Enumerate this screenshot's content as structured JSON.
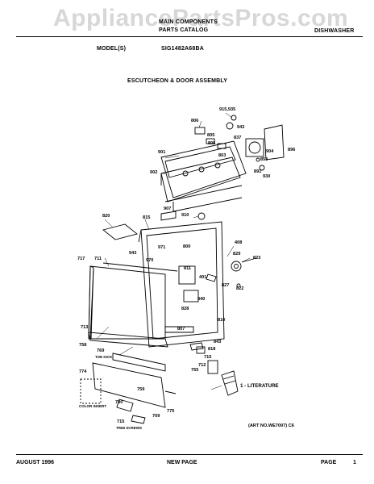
{
  "watermark": "AppliancePartsPros.com",
  "header": {
    "catalog_line1": "MAIN COMPONENTS",
    "catalog_line2": "PARTS CATALOG",
    "appliance": "DISHWASHER",
    "model_label": "MODEL(S)",
    "model_value": "SIG1482A68BA",
    "section_title": "ESCUTCHEON & DOOR ASSEMBLY"
  },
  "part_labels": [
    "915,935",
    "806",
    "943",
    "805",
    "837",
    "896",
    "806",
    "904",
    "803",
    "853",
    "901",
    "891",
    "930",
    "902",
    "907",
    "910",
    "820",
    "815",
    "408",
    "800",
    "971",
    "943",
    "829",
    "823",
    "717",
    "711",
    "970",
    "811",
    "401",
    "827",
    "822",
    "828",
    "840",
    "810",
    "713",
    "807",
    "843",
    "818",
    "758",
    "769",
    "715",
    "712",
    "755",
    "774",
    "759",
    "780",
    "775",
    "709",
    "715"
  ],
  "annotations": {
    "toe_kick": "TOE KICK",
    "color_insert": "COLOR INSERT",
    "trim_screws": "TRIM SCREWS",
    "literature": "1 - LITERATURE",
    "art_no": "(ART NO.WE7007) C6"
  },
  "footer": {
    "date": "AUGUST 1996",
    "status": "NEW PAGE",
    "page_label": "PAGE",
    "page_number": "1"
  }
}
